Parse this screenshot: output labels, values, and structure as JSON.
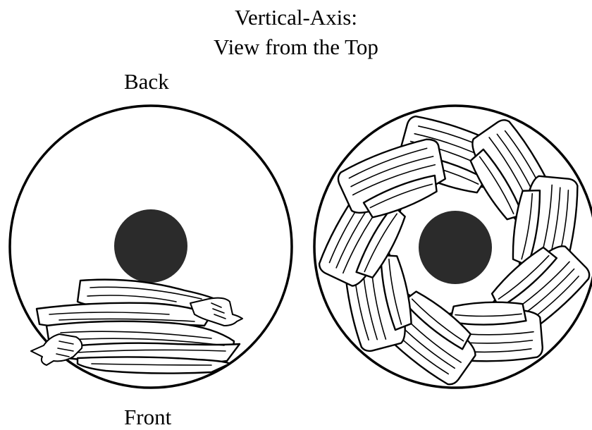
{
  "figure": {
    "title_line1": "Vertical-Axis:",
    "title_line2": "View from the Top",
    "label_top": "Back",
    "label_bottom": "Front"
  },
  "colors": {
    "background": "#ffffff",
    "outline": "#000000",
    "core": "#2b2b2b"
  }
}
